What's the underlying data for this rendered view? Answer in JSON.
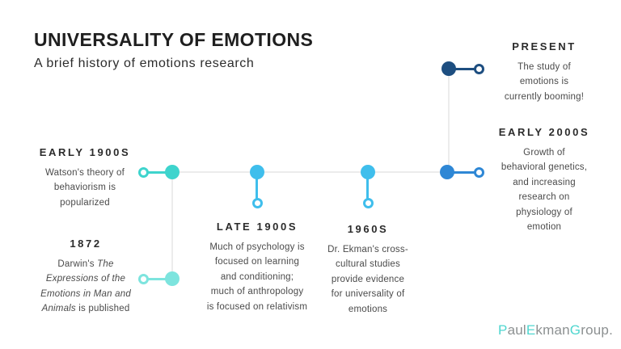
{
  "header": {
    "title": "UNIVERSALITY OF EMOTIONS",
    "subtitle": "A brief history of emotions research"
  },
  "milestones": [
    {
      "id": "early-1900s",
      "label": "EARLY 1900S",
      "body": [
        "Watson's theory of",
        "behaviorism is",
        "popularized"
      ]
    },
    {
      "id": "1872",
      "label": "1872",
      "body_prefix": "Darwin's ",
      "body_italic": "The Expressions of the Emotions in Man and Animals",
      "body_suffix": " is published"
    },
    {
      "id": "late-1900s",
      "label": "LATE 1900S",
      "body": [
        "Much of psychology is",
        "focused on learning",
        "and conditioning;",
        "much of anthropology",
        "is focused on relativism"
      ]
    },
    {
      "id": "1960s",
      "label": "1960S",
      "body": [
        "Dr. Ekman's cross-",
        "cultural studies",
        "provide evidence",
        "for universality of",
        "emotions"
      ]
    },
    {
      "id": "early-2000s",
      "label": "EARLY 2000S",
      "body": [
        "Growth of",
        "behavioral genetics,",
        "and increasing",
        "research on",
        "physiology of",
        "emotion"
      ]
    },
    {
      "id": "present",
      "label": "PRESENT",
      "body": [
        "The study of",
        "emotions is",
        "currently booming!"
      ]
    }
  ],
  "logo": {
    "parts": [
      {
        "text": "P",
        "accent": true
      },
      {
        "text": "aul",
        "accent": false
      },
      {
        "text": "E",
        "accent": true
      },
      {
        "text": "kman",
        "accent": false
      },
      {
        "text": "G",
        "accent": true
      },
      {
        "text": "roup",
        "accent": false
      }
    ],
    "mark": "."
  },
  "colors": {
    "teal": "#3ed4cd",
    "pale_teal": "#7de4de",
    "sky_blue": "#3fbeec",
    "medium_blue": "#2e87d5",
    "navy": "#1d4e80",
    "line_gray": "#ececec",
    "heading_text": "#2b2b2b",
    "body_text": "#4a4a4a",
    "logo_accent": "#4fd6cf",
    "logo_gray": "#8c9091"
  }
}
